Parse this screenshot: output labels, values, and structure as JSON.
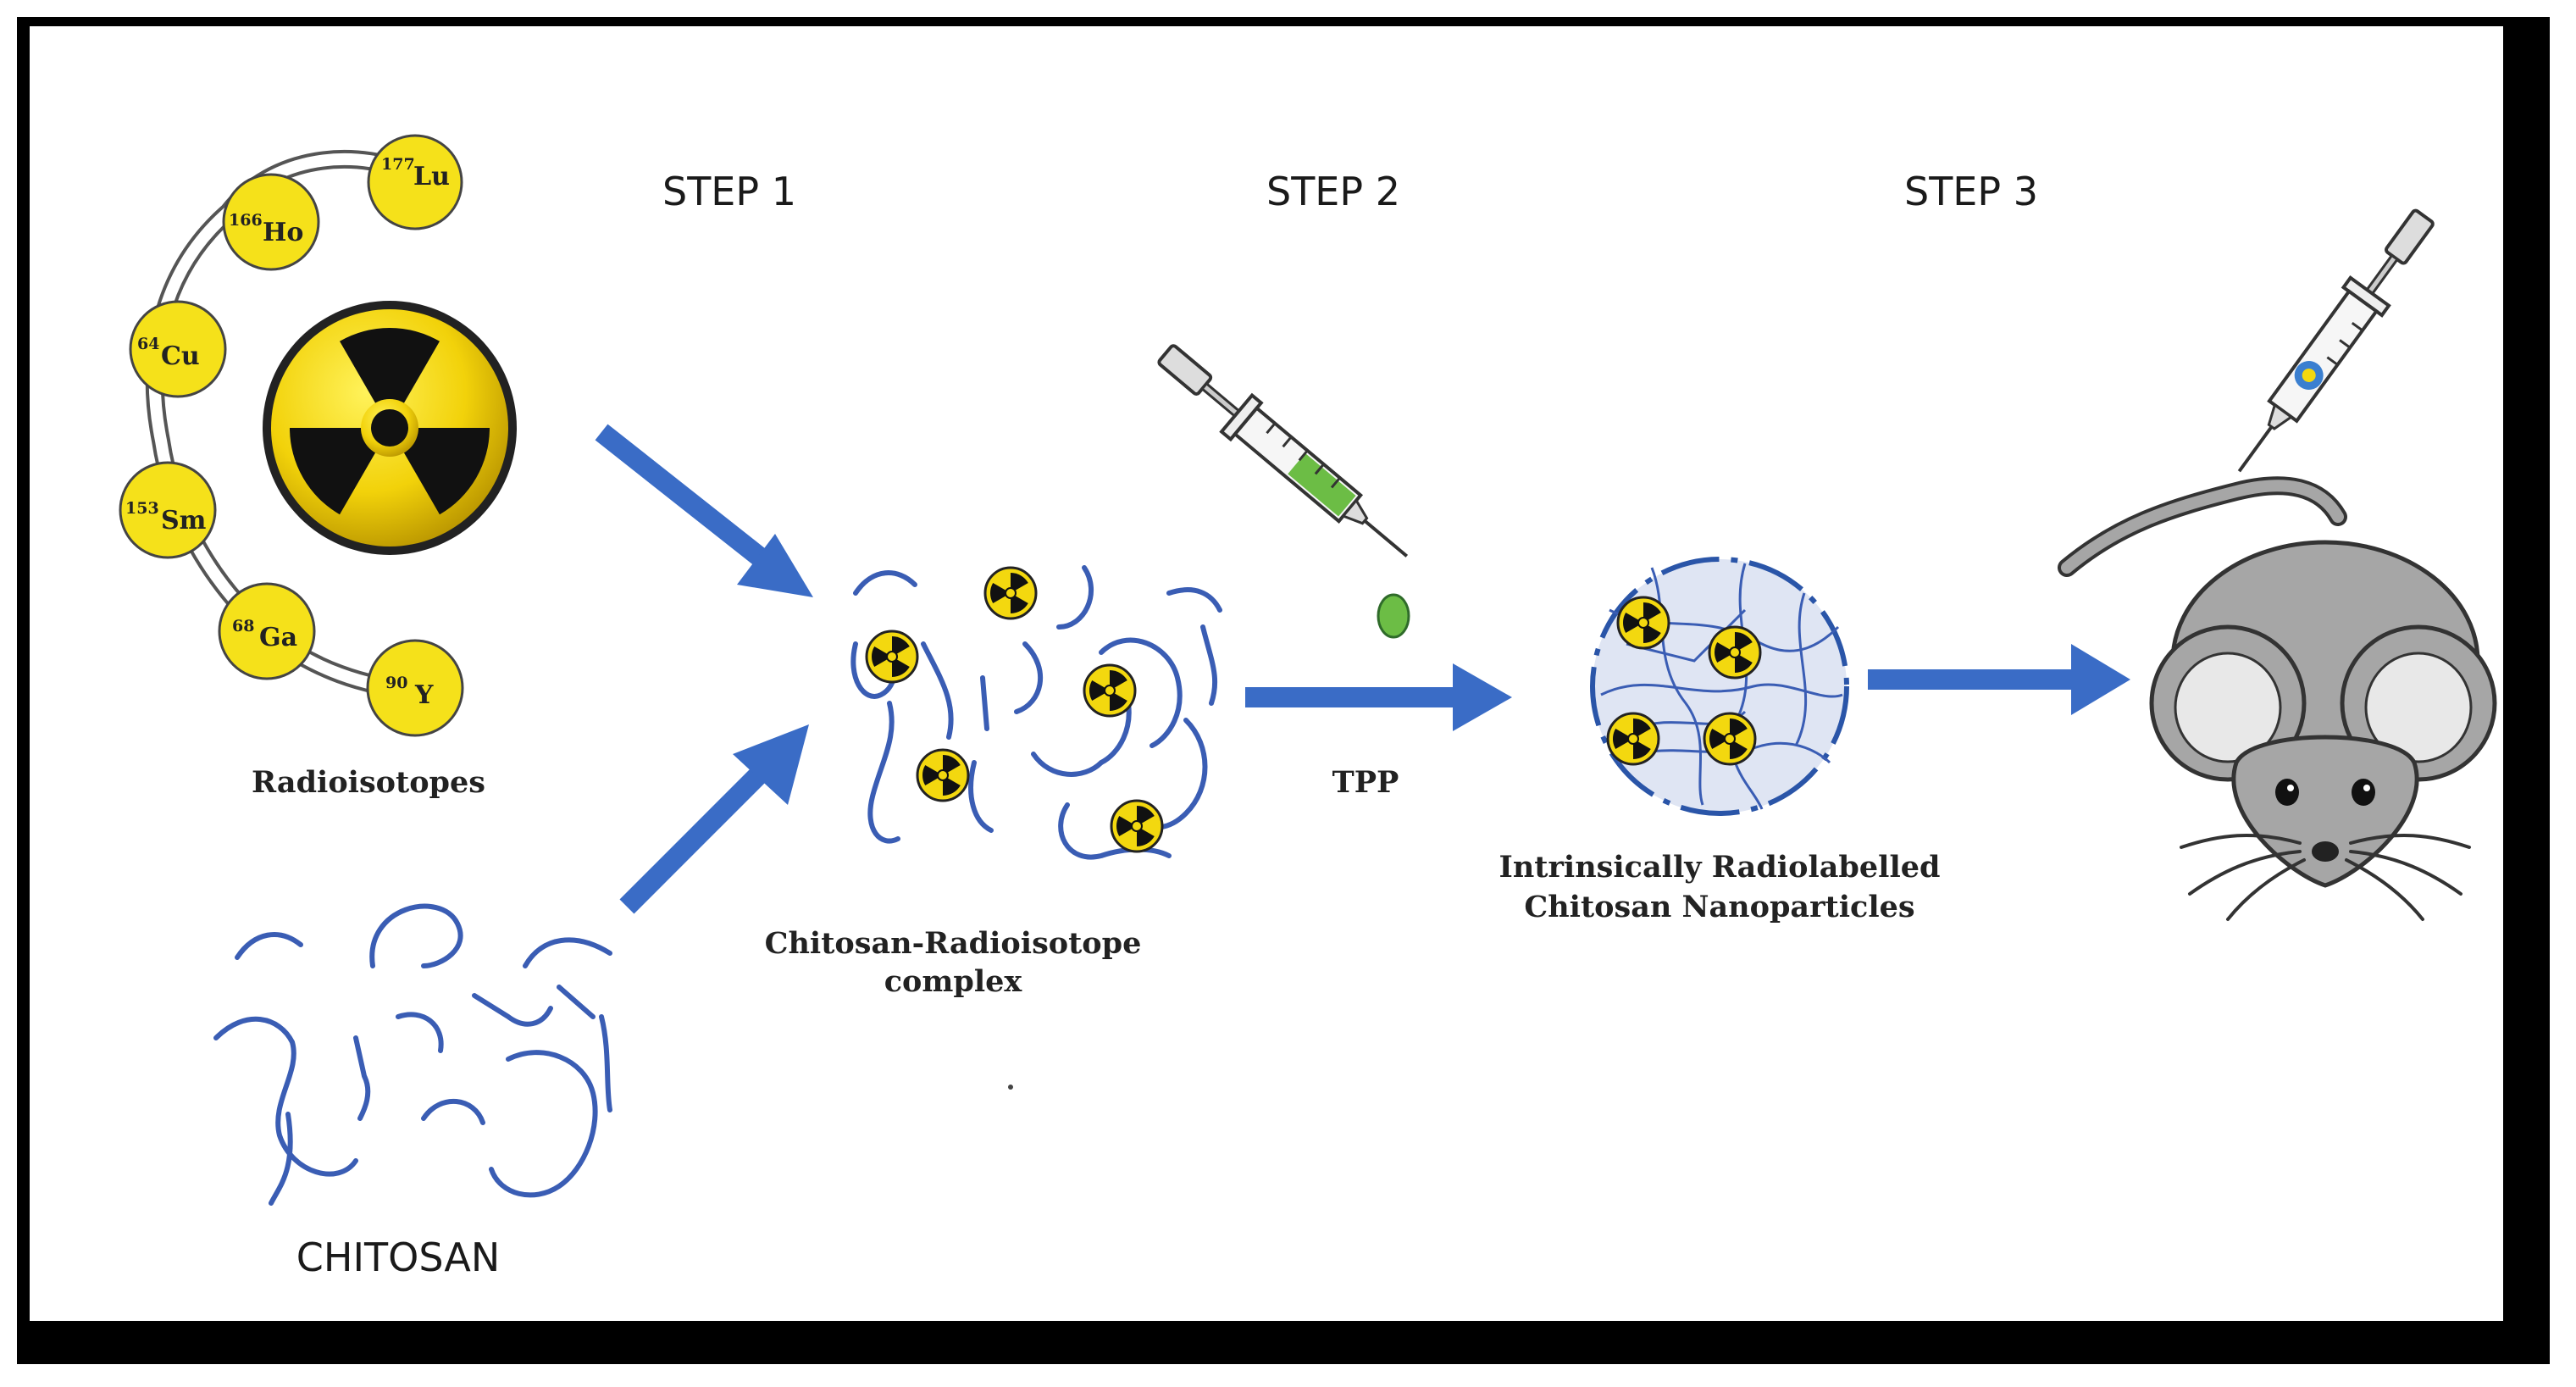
{
  "steps": {
    "step1": "STEP 1",
    "step2": "STEP 2",
    "step3": "STEP 3"
  },
  "isotopes": [
    {
      "mass": "177",
      "symbol": "Lu"
    },
    {
      "mass": "166",
      "symbol": "Ho"
    },
    {
      "mass": "64",
      "symbol": "Cu"
    },
    {
      "mass": "153",
      "symbol": "Sm"
    },
    {
      "mass": "68",
      "symbol": "Ga"
    },
    {
      "mass": "90",
      "symbol": "Y"
    }
  ],
  "labels": {
    "radioisotopes": "Radioisotopes",
    "chitosan": "CHITOSAN",
    "complex_line1": "Chitosan-Radioisotope",
    "complex_line2": "complex",
    "tpp": "TPP",
    "nano_line1": "Intrinsically  Radiolabelled",
    "nano_line2": "Chitosan Nanoparticles"
  },
  "colors": {
    "isotope_yellow": "#f5e11a",
    "arrow_blue": "#3a6cc6",
    "chain_blue": "#3a5db4",
    "tpp_green": "#6cbd45",
    "mouse_gray": "#a6a6a6"
  },
  "icons": [
    "radiation-icon",
    "syringe-icon",
    "mouse-icon"
  ]
}
